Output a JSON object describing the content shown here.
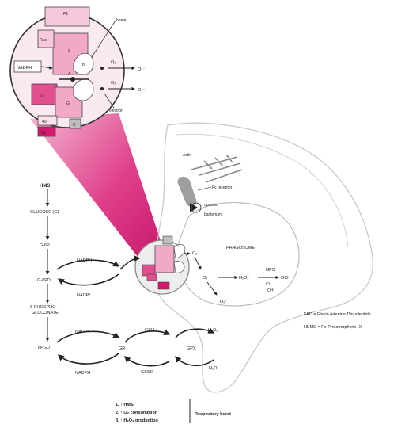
{
  "zoom": {
    "subunits": {
      "a": "P1",
      "b": "P",
      "c": "A",
      "d": "G",
      "e": "Rac",
      "f": "67",
      "g": "40",
      "h": "Cy",
      "i": "b",
      "j": "C"
    },
    "nadph": "NADPH",
    "heme": "heme",
    "electron": "electron",
    "o2_top": "O₂",
    "o2_top_out": "O₂⁻",
    "o2_bot": "O₂",
    "o2_bot_out": "O₂⁻"
  },
  "pathway": {
    "hms": "HMS",
    "glucose": "GLUCOSE (G)",
    "g6p": "G-6P",
    "g6pd": "G-6PD",
    "pgluconate_1": "6-PHOSPHO-",
    "pgluconate_2": "GLUCONATE",
    "pgd": "6PGD",
    "nadph_1": "NADPH",
    "nadp_1": "NADP⁺",
    "nadp_2": "NADP⁺",
    "nadph_2": "NADPH",
    "gsh": "GSH",
    "gssg": "GSSG",
    "gr": "GR",
    "gpx": "GPX",
    "h2o2": "H₂O₂",
    "h2o": "H₂O"
  },
  "cell": {
    "actin": "Actin",
    "fc_receptor": "Fc receptor",
    "opsonin": "opsonin",
    "bacterium": "bacterium",
    "phagosome": "PHAGOSOME",
    "o2": "O₂",
    "o2_minus": "O₂⁻",
    "h2o2": "H₂O₂",
    "mpo": "MPO",
    "ocl": "OCl⁻",
    "cl": "Cl⁻",
    "oh": "OH⁻",
    "superoxide_out": "·O₂⁻"
  },
  "legend": {
    "fad": "FAD = Flavin Adenine Dinucleotide",
    "heme": "HEME = Fe-Protoporphyrin IX"
  },
  "burst": {
    "items": [
      "1. ↑ HMS",
      "2. ↑ O₂ consumption",
      "3. ↑ H₂O₂ production"
    ],
    "label": "Respiratory burst"
  }
}
